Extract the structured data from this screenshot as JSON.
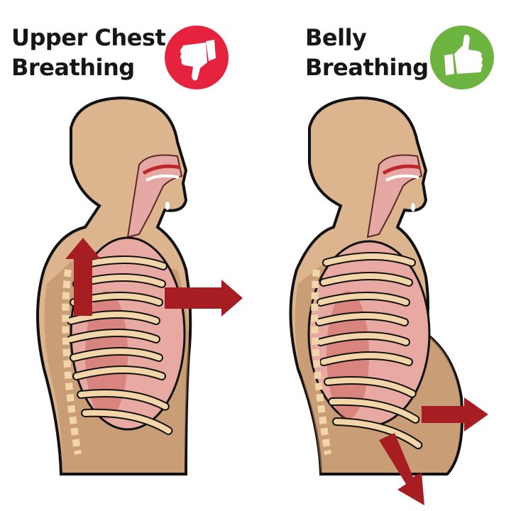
{
  "panels": [
    {
      "title_line1": "Upper Chest",
      "title_line2": "Breathing",
      "verdict": "bad",
      "badge_icon": "thumbs-down-icon",
      "badge_color": "#e5233e",
      "arrows": [
        "up-arrow",
        "forward-chest-arrow"
      ]
    },
    {
      "title_line1": "Belly",
      "title_line2": "Breathing",
      "verdict": "good",
      "badge_icon": "thumbs-up-icon",
      "badge_color": "#6cb33f",
      "arrows": [
        "forward-belly-arrow",
        "down-belly-arrow"
      ]
    }
  ],
  "colors": {
    "skin": "#dcb48e",
    "skin_dark": "#b98a60",
    "rib": "#f2d5a8",
    "lung": "#e9a9a3",
    "arrow": "#a71e22",
    "outline": "#111111"
  }
}
